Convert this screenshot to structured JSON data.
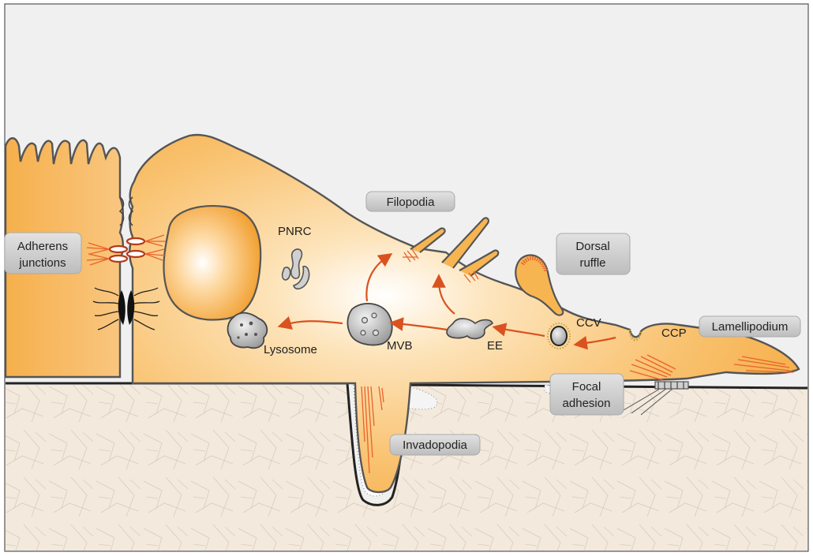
{
  "labels": {
    "adherens_line1": "Adherens",
    "adherens_line2": "junctions",
    "filopodia": "Filopodia",
    "dorsal_line1": "Dorsal",
    "dorsal_line2": "ruffle",
    "lamellipodium": "Lamellipodium",
    "focal_line1": "Focal",
    "focal_line2": "adhesion",
    "invadopodia": "Invadopodia",
    "pnrc": "PNRC",
    "lysosome": "Lysosome",
    "mvb": "MVB",
    "ee": "EE",
    "ccv": "CCV",
    "ccp": "CCP"
  },
  "colors": {
    "cell_fill": "#f7b552",
    "cell_light": "#fde2b4",
    "nucleus": "#f4a636",
    "outline": "#5a5a5a",
    "actin": "#e8622a",
    "arrow": "#d9521f",
    "ecm": "#f2e8dc",
    "label_box": "#cfcfcf",
    "background": "#f0f0f0"
  }
}
